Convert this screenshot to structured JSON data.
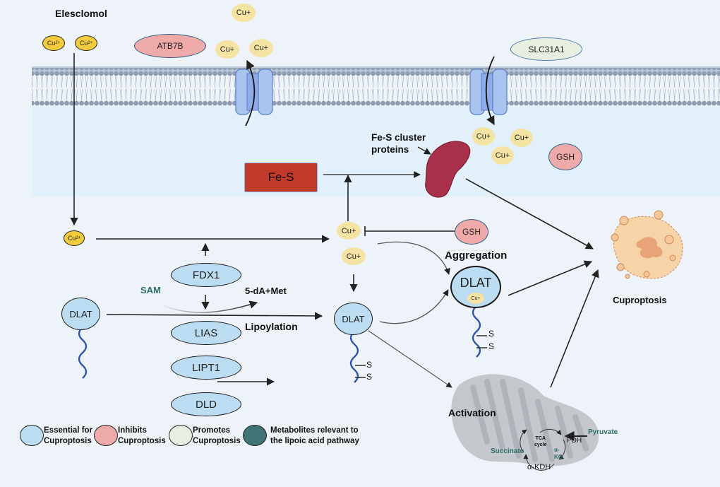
{
  "title": "Elesclomol",
  "membrane_proteins": {
    "left_exporter": "ATB7B",
    "right_importer": "SLC31A1"
  },
  "ions": {
    "cu2_label": "Cu2+",
    "cu2_base": "Cu",
    "cu2_sup": "2+",
    "cu1_label": "Cu+"
  },
  "nodes": {
    "fes_box": "Fe-S",
    "fes_cluster_label_line1": "Fe-S cluster",
    "fes_cluster_label_line2": "proteins",
    "gsh_top": "GSH",
    "gsh_mid": "GSH",
    "fdx1": "FDX1",
    "lias": "LIAS",
    "lipt1": "LIPT1",
    "dld": "DLD",
    "dlat_left": "DLAT",
    "dlat_mid": "DLAT",
    "dlat_agg": "DLAT",
    "sam": "SAM",
    "product": "5-dA+Met",
    "lipoylation": "Lipoylation",
    "aggregation": "Aggregation",
    "activation": "Activation",
    "cuproptosis": "Cuproptosis",
    "sulfur": "S"
  },
  "mitochondrion": {
    "tca_line1": "TCA",
    "tca_line2": "cycle",
    "pyruvate": "Pyruvate",
    "pdh": "PDH",
    "akg_line1": "α-",
    "akg_line2": "KG",
    "succinate": "Succinate",
    "akdh": "α-KDH"
  },
  "legend": [
    {
      "label_line1": "Essential for",
      "label_line2": "Cuproptosis",
      "color": "#bcdcf2"
    },
    {
      "label_line1": "Inhibits",
      "label_line2": "Cuproptosis",
      "color": "#eeaaa8"
    },
    {
      "label_line1": "Promotes",
      "label_line2": "Cuproptosis",
      "color": "#e8eee0"
    },
    {
      "label_line1": "Metabolites relevant to",
      "label_line2": "the lipoic acid pathway",
      "color": "#3e7473"
    }
  ],
  "colors": {
    "cu2_fill": "#f2cc3c",
    "cu1_fill": "#f5e3a4",
    "essential": "#bcdcf2",
    "inhibits": "#eeaaa8",
    "promotes": "#e8eee0",
    "metabolite": "#3e7473",
    "fes_box": "#c0392b",
    "protein": "#a8304a",
    "chain": "#2d55a8"
  }
}
